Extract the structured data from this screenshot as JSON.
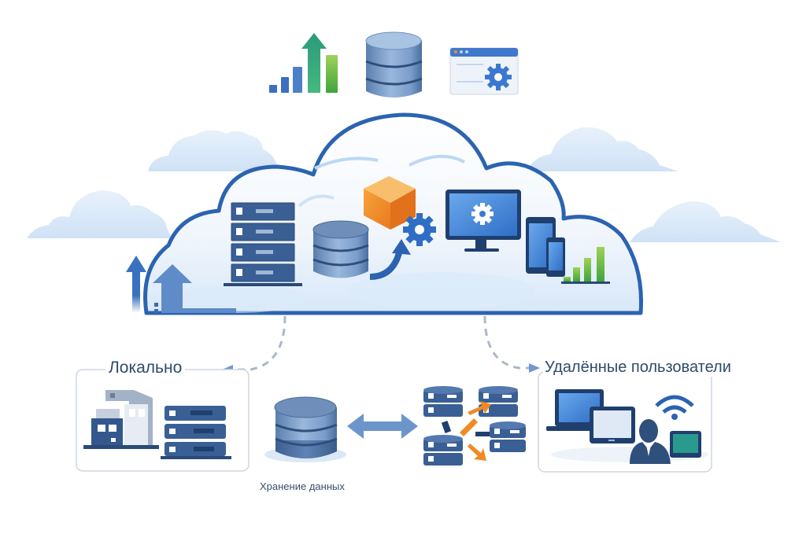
{
  "diagram": {
    "title": "Cloud infrastructure overview",
    "top_icons": [
      {
        "name": "growth-chart-icon"
      },
      {
        "name": "database-icon"
      },
      {
        "name": "settings-window-icon"
      }
    ],
    "cloud_contents": [
      {
        "name": "server-rack-icon"
      },
      {
        "name": "database-icon"
      },
      {
        "name": "package-cube-icon"
      },
      {
        "name": "gear-icon"
      },
      {
        "name": "monitor-settings-icon"
      },
      {
        "name": "mobile-devices-icon"
      },
      {
        "name": "bar-chart-icon"
      }
    ],
    "sections": {
      "local": {
        "label": "Локально",
        "items": [
          "building-icon",
          "server-stack-icon"
        ]
      },
      "storage": {
        "label": "Хранение данных",
        "items": [
          "database-icon",
          "bidirectional-arrow-icon",
          "distributed-servers-icon"
        ]
      },
      "remote": {
        "label": "Удалённые пользователи",
        "items": [
          "laptop-icon",
          "tablet-icon",
          "user-icon",
          "wifi-icon",
          "small-monitor-icon"
        ]
      }
    },
    "colors": {
      "cloud_stroke": "#2b63b0",
      "cloud_fill": "#eef4fb",
      "bg_cloud": "#d7e7f7",
      "dark_blue": "#2f5590",
      "mid_blue": "#4f7fbf",
      "orange": "#f08a24",
      "green": "#5bb33c",
      "teal": "#2a9a7a",
      "dashed": "#aab8c8",
      "text": "#2f4a6b"
    }
  }
}
